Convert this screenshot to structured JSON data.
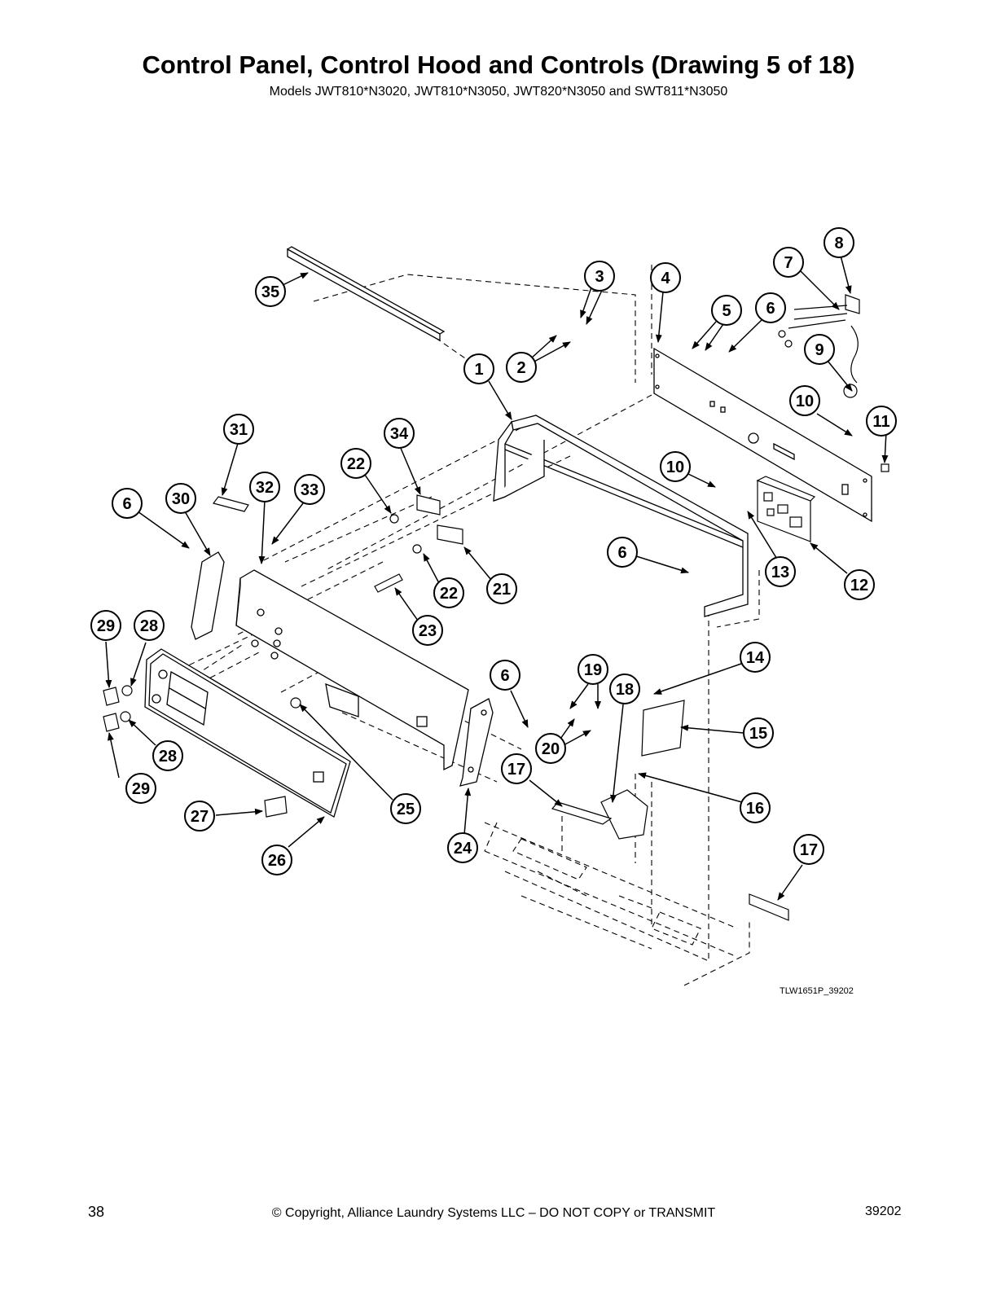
{
  "page": {
    "title": "Control Panel, Control Hood and Controls (Drawing 5 of 18)",
    "subtitle": "Models JWT810*N3020, JWT810*N3050, JWT820*N3050 and SWT811*N3050"
  },
  "diagram": {
    "drawing_ref": "TLW1651P_39202",
    "callouts": [
      "35",
      "3",
      "4",
      "8",
      "7",
      "5",
      "6",
      "9",
      "2",
      "1",
      "10",
      "11",
      "31",
      "34",
      "22",
      "32",
      "33",
      "6",
      "30",
      "10",
      "13",
      "12",
      "6",
      "22",
      "21",
      "23",
      "29",
      "28",
      "14",
      "6",
      "19",
      "18",
      "15",
      "20",
      "28",
      "29",
      "17",
      "16",
      "27",
      "25",
      "24",
      "17",
      "26"
    ]
  },
  "footer": {
    "page_number": "38",
    "copyright": "© Copyright, Alliance Laundry Systems LLC – DO NOT COPY or TRANSMIT",
    "document_number": "39202"
  }
}
